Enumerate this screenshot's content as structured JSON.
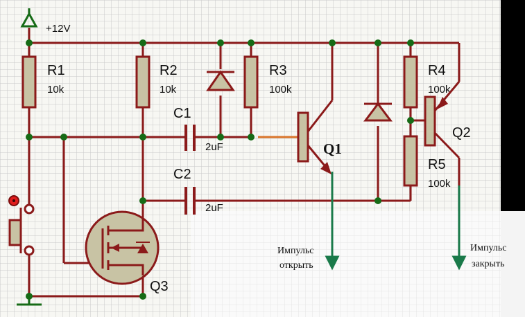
{
  "power": {
    "label": "+12V"
  },
  "components": {
    "r1": {
      "name": "R1",
      "value": "10k"
    },
    "r2": {
      "name": "R2",
      "value": "10k"
    },
    "r3": {
      "name": "R3",
      "value": "100k"
    },
    "r4": {
      "name": "R4",
      "value": "100k"
    },
    "r5": {
      "name": "R5",
      "value": "100k"
    },
    "c1": {
      "name": "C1",
      "value": "2uF"
    },
    "c2": {
      "name": "C2",
      "value": "2uF"
    },
    "q1": {
      "name": "Q1"
    },
    "q2": {
      "name": "Q2"
    },
    "q3": {
      "name": "Q3"
    }
  },
  "notes": {
    "open": {
      "line1": "Импульс",
      "line2": "открыть"
    },
    "close": {
      "line1": "Импульс",
      "line2": "закрыть"
    }
  },
  "colors": {
    "wire": "#8b1a1a",
    "part": "#8b1a1a",
    "fill": "#c8c3a4",
    "node": "#166b16",
    "arrow": "#1a7a4a",
    "grid": "#c6c6c6",
    "background": "#f7f7f3"
  }
}
